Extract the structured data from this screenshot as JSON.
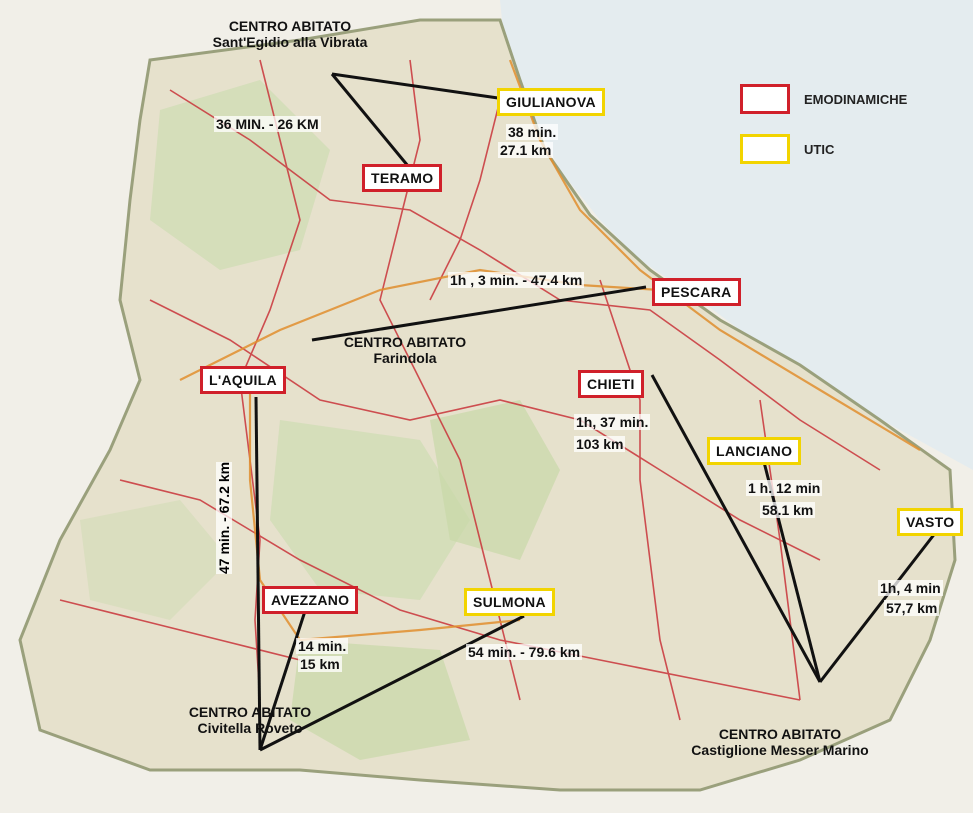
{
  "colors": {
    "emodinamiche": "#d0202a",
    "utic": "#f2d400",
    "sea": "#e6edf0",
    "land": "#e7e2cf",
    "route": "#111111"
  },
  "legend": {
    "emodinamiche_label": "EMODINAMICHE",
    "utic_label": "UTIC"
  },
  "cities": {
    "giulianova": "GIULIANOVA",
    "teramo": "TERAMO",
    "pescara": "PESCARA",
    "laquila": "L'AQUILA",
    "chieti": "CHIETI",
    "lanciano": "LANCIANO",
    "vasto": "VASTO",
    "avezzano": "AVEZZANO",
    "sulmona": "SULMONA"
  },
  "centers": {
    "santegidio": {
      "line1": "CENTRO ABITATO",
      "line2": "Sant'Egidio alla Vibrata"
    },
    "farindola": {
      "line1": "CENTRO ABITATO",
      "line2": "Farindola"
    },
    "civitella": {
      "line1": "CENTRO ABITATO",
      "line2": "Civitella Roveto"
    },
    "castiglione": {
      "line1": "CENTRO ABITATO",
      "line2": "Castiglione Messer Marino"
    }
  },
  "distances": {
    "teramo": "36 MIN. - 26 KM",
    "giulianova_time": "38 min.",
    "giulianova_km": "27.1 km",
    "pescara": "1h , 3 min. - 47.4 km",
    "chieti_time": "1h, 37 min.",
    "chieti_km": "103 km",
    "lanciano_time": "1 h. 12 min",
    "lanciano_km": "58.1 km",
    "vasto_time": "1h, 4 min",
    "vasto_km": "57,7 km",
    "laquila": "47 min. - 67.2 km",
    "avezzano_time": "14 min.",
    "avezzano_km": "15 km",
    "sulmona": "54 min. - 79.6 km"
  }
}
